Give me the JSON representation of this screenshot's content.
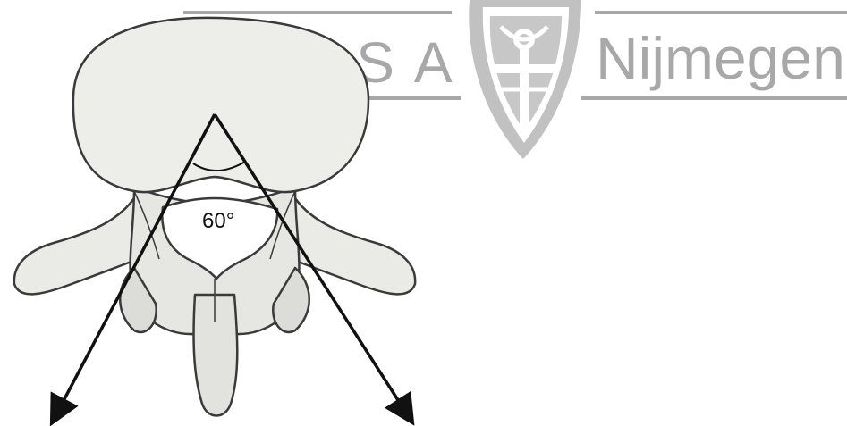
{
  "logo": {
    "left_text": "IFMSA",
    "right_text": "Nijmegen",
    "color": "#a8a8a8",
    "emblem": "shield-crest-icon"
  },
  "figure": {
    "subject": "lumbar-vertebra-superior-view",
    "angle_label": "60°",
    "arrow_color": "#111111",
    "bone_fill": "#ededea",
    "bone_outline": "#3a3a3a",
    "arrows": [
      "arrow-left",
      "arrow-right"
    ]
  }
}
